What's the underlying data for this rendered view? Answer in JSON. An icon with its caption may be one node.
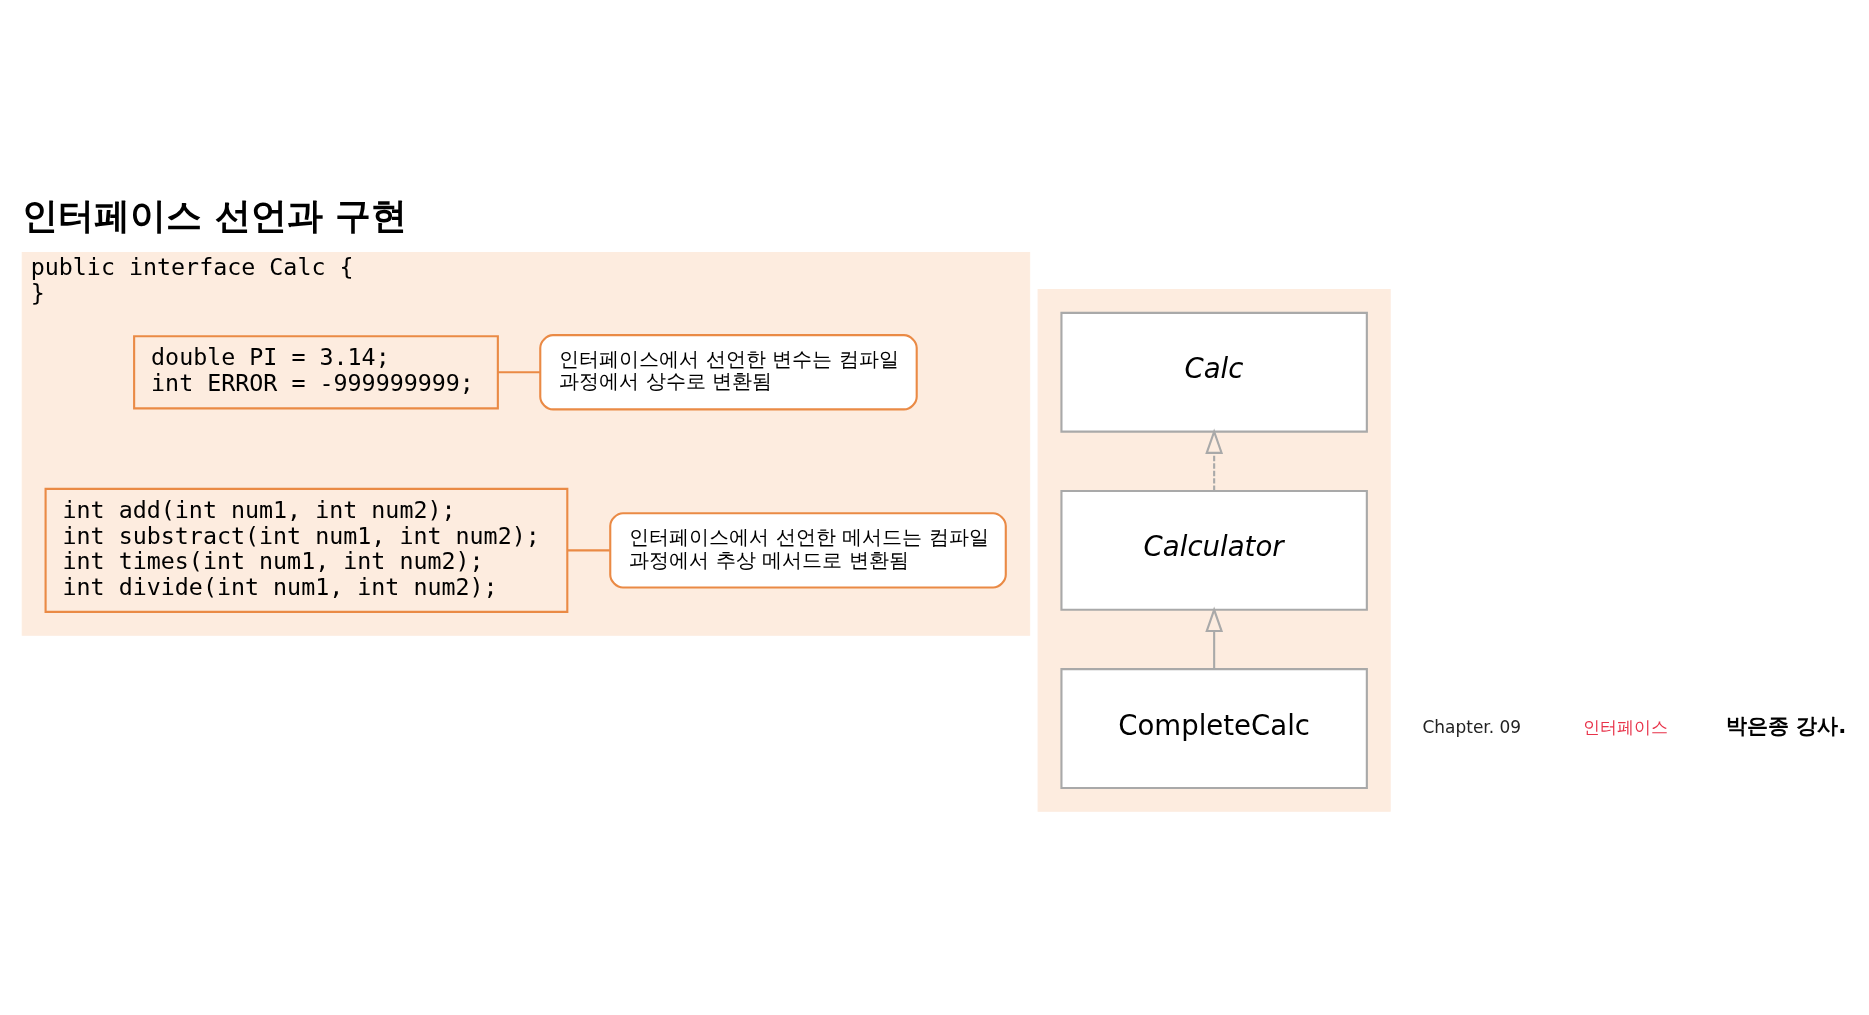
{
  "diagram": {
    "title": "인터페이스 선언과 구현",
    "nodes": [
      {
        "text": [
          "public interface Calc {",
          "}"
        ]
      },
      {
        "text": [
          "double PI = 3.14;",
          "int ERROR = -999999999;"
        ],
        "in": 0
      },
      {
        "text": [
          "인터페이스에서 선언한 변수는 컴파일 과정에서 상수로 변환됨"
        ],
        "in": 0
      },
      {
        "text": [
          "int add(int num1, int num2);",
          "int substract(int num1, int num2);",
          "int times(int num1, int num2);",
          "int divide(int num1, int num2);"
        ],
        "in": 0
      },
      {
        "text": [
          "인터페이스에서 선언한 메서드는 컴파일 과정에서 추상 메서드로 변환됨"
        ],
        "in": 0
      },
      {
        "text": [],
        "shape": "box"
      },
      {
        "text": [
          "Calc"
        ],
        "in": 5
      },
      {
        "text": [
          "Calculator"
        ],
        "in": 5
      },
      {
        "text": [
          "CompleteCalc"
        ],
        "in": 5
      }
    ],
    "edges": [
      {
        "from": 1,
        "to": 2,
        "arrow": "none",
        "color": "#ea8a45"
      },
      {
        "from": 3,
        "to": 4,
        "arrow": "none",
        "color": "#ea8a45"
      },
      {
        "from": 7,
        "to": 6,
        "arrow": "to",
        "style": "dashed",
        "color": "#a9a9a9"
      },
      {
        "from": 8,
        "to": 7,
        "arrow": "to",
        "color": "#a9a9a9"
      }
    ],
    "labels": [
      "Chapter. 09",
      "인터페이스",
      "박은종 강사."
    ]
  }
}
